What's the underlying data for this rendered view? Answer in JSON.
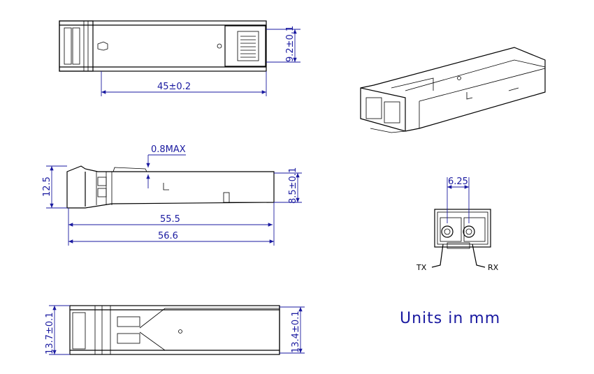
{
  "drawing": {
    "units_note": "Units in mm",
    "top_view": {
      "length": "45±0.2",
      "width": "9.2±0.1"
    },
    "side_view": {
      "latch_max": "0.8MAX",
      "height": "12.5",
      "body_height": "8.5±0.1",
      "length_a": "55.5",
      "length_b": "56.6"
    },
    "front_view": {
      "pitch": "6.25",
      "tx_label": "TX",
      "rx_label": "RX"
    },
    "bottom_view": {
      "width_a": "13.7±0.1",
      "width_b": "13.4±0.1"
    }
  }
}
